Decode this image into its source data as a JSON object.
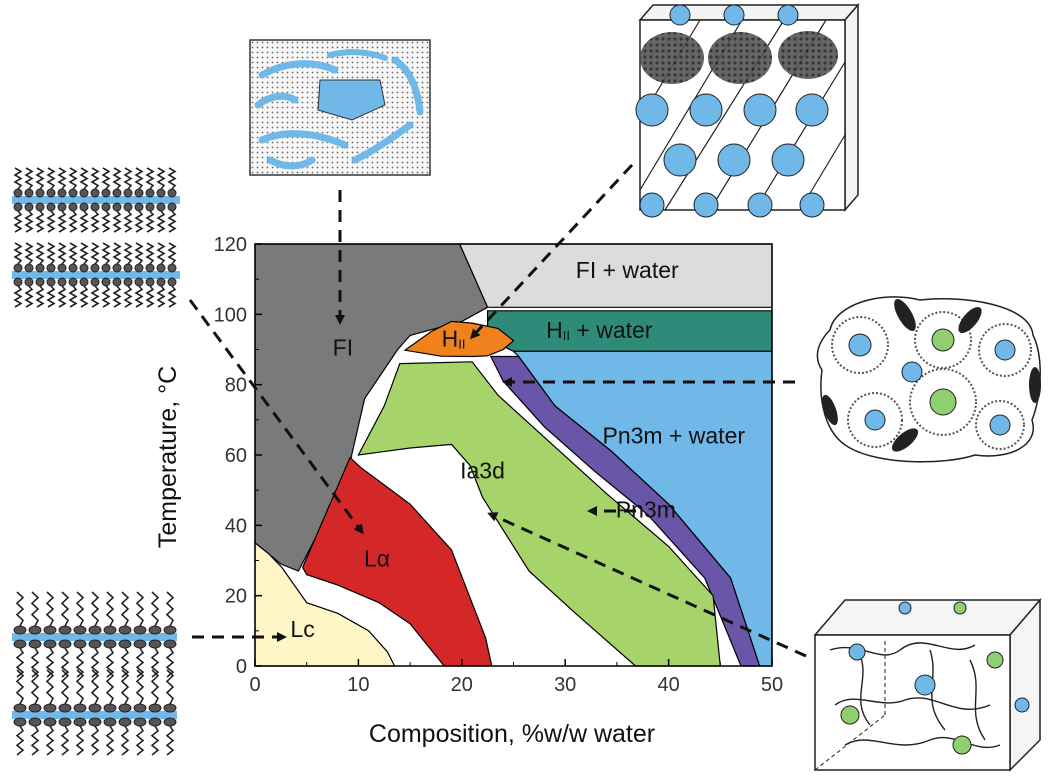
{
  "chart_data": {
    "type": "area",
    "xlabel": "Composition, %w/w water",
    "ylabel": "Temperature, °C",
    "xlim": [
      0,
      50
    ],
    "ylim": [
      0,
      120
    ],
    "xticks": [
      "0",
      "10",
      "20",
      "30",
      "40",
      "50"
    ],
    "yticks": [
      "0",
      "20",
      "40",
      "60",
      "80",
      "100",
      "120"
    ],
    "regions": [
      {
        "key": "fi",
        "label": "FI",
        "color": "#7a7a7a",
        "polygon": [
          [
            0,
            120
          ],
          [
            19.8,
            120
          ],
          [
            22.5,
            102
          ],
          [
            20,
            98
          ],
          [
            15,
            94
          ],
          [
            13.8,
            90
          ],
          [
            10.6,
            76
          ],
          [
            9.2,
            58
          ],
          [
            7.2,
            44
          ],
          [
            4.2,
            27
          ],
          [
            2.5,
            29
          ],
          [
            0,
            35
          ]
        ]
      },
      {
        "key": "fi_water",
        "label": "FI + water",
        "color": "#dcdcdc",
        "polygon": [
          [
            19.8,
            120
          ],
          [
            50,
            120
          ],
          [
            50,
            102
          ],
          [
            22.5,
            102
          ]
        ]
      },
      {
        "key": "hii_water",
        "label": "HII + water",
        "color": "#2e8b7a",
        "polygon": [
          [
            22.5,
            101
          ],
          [
            50,
            101
          ],
          [
            50,
            89.5
          ],
          [
            25,
            89.5
          ],
          [
            22.5,
            93
          ]
        ]
      },
      {
        "key": "pn3m_water",
        "label": "Pn3m + water",
        "color": "#6fb8e8",
        "polygon": [
          [
            25,
            89.5
          ],
          [
            50,
            89.5
          ],
          [
            50,
            0
          ],
          [
            48.8,
            0
          ],
          [
            46,
            25
          ],
          [
            40,
            46
          ],
          [
            34.5,
            61
          ],
          [
            29,
            74
          ],
          [
            25.5,
            88
          ]
        ]
      },
      {
        "key": "pn3m",
        "label": "Pn3m",
        "color": "#6a56a8",
        "polygon": [
          [
            22.8,
            88
          ],
          [
            25.5,
            88
          ],
          [
            29,
            74
          ],
          [
            34.5,
            61
          ],
          [
            40,
            46
          ],
          [
            46,
            25
          ],
          [
            48.8,
            0
          ],
          [
            47,
            0
          ],
          [
            43.5,
            25
          ],
          [
            38,
            43
          ],
          [
            33,
            55
          ],
          [
            28,
            68
          ],
          [
            24,
            81
          ]
        ]
      },
      {
        "key": "ia3d",
        "label": "Ia3d",
        "color": "#a6d46a",
        "polygon": [
          [
            14,
            86
          ],
          [
            21,
            86.5
          ],
          [
            23.5,
            77
          ],
          [
            28,
            65
          ],
          [
            34,
            49
          ],
          [
            40,
            34
          ],
          [
            44.3,
            20
          ],
          [
            45,
            0
          ],
          [
            36.8,
            0
          ],
          [
            31,
            15
          ],
          [
            26.5,
            27
          ],
          [
            22,
            48
          ],
          [
            20.8,
            57
          ],
          [
            19,
            63
          ],
          [
            15,
            62
          ],
          [
            10,
            60
          ],
          [
            12.5,
            74
          ]
        ]
      },
      {
        "key": "hii",
        "label": "HII",
        "color": "#f0821e",
        "polygon": [
          [
            14.5,
            89.8
          ],
          [
            17,
            95
          ],
          [
            19,
            98
          ],
          [
            21,
            97.5
          ],
          [
            23.5,
            96
          ],
          [
            25,
            92.5
          ],
          [
            24,
            90
          ],
          [
            22.5,
            88.2
          ],
          [
            21,
            88
          ],
          [
            18,
            88.1
          ]
        ]
      },
      {
        "key": "la",
        "label": "Lα",
        "color": "#d42828",
        "polygon": [
          [
            9.2,
            59.3
          ],
          [
            10.2,
            56.5
          ],
          [
            15,
            46
          ],
          [
            19,
            33
          ],
          [
            22.3,
            8
          ],
          [
            22.9,
            0
          ],
          [
            18.3,
            0
          ],
          [
            17.2,
            4
          ],
          [
            15,
            12
          ],
          [
            12,
            18
          ],
          [
            8,
            23
          ],
          [
            5,
            26
          ],
          [
            4.6,
            28
          ]
        ]
      },
      {
        "key": "lc",
        "label": "Lc",
        "color": "#fff6c8",
        "polygon": [
          [
            0,
            0
          ],
          [
            13.5,
            0
          ],
          [
            12.8,
            4
          ],
          [
            11,
            10
          ],
          [
            8,
            15
          ],
          [
            5,
            18
          ],
          [
            3.8,
            23
          ],
          [
            2.6,
            28
          ],
          [
            1.3,
            32
          ],
          [
            0,
            35
          ]
        ]
      }
    ],
    "arrows": [
      {
        "from": "fi_inset",
        "to_region": "fi"
      },
      {
        "from": "hii_inset",
        "to_region": "hii"
      },
      {
        "from": "pn3m_inset",
        "to_region": "pn3m"
      },
      {
        "from": "ia3d_inset",
        "to_region": "ia3d"
      },
      {
        "from": "la_inset",
        "to_region": "la"
      },
      {
        "from": "lc_inset",
        "to_region": "lc"
      }
    ]
  },
  "colors": {
    "lipid_blue": "#6fb8e8",
    "lipid_green": "#8fcf6f",
    "tail_dark": "#222222"
  }
}
